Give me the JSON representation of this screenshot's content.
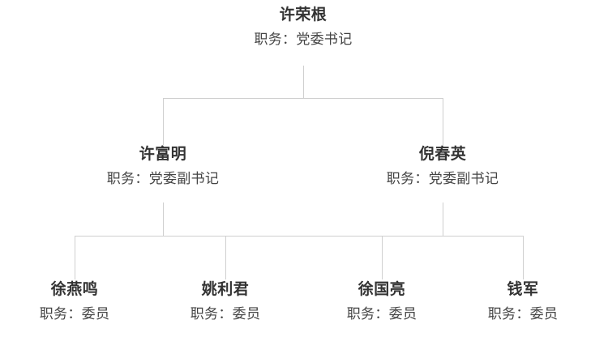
{
  "chart": {
    "type": "org-chart",
    "title_prefix": "职务：",
    "line_color": "#cfcfcf",
    "name_color": "#333333",
    "title_color": "#444444",
    "background": "#ffffff",
    "levels": 3,
    "nodes": {
      "root": {
        "name": "许荣根",
        "title": "职务：党委书记"
      },
      "middle": [
        {
          "name": "许富明",
          "title": "职务：党委副书记"
        },
        {
          "name": "倪春英",
          "title": "职务：党委副书记"
        }
      ],
      "leaves": [
        {
          "name": "徐燕鸣",
          "title": "职务：委员"
        },
        {
          "name": "姚利君",
          "title": "职务：委员"
        },
        {
          "name": "徐国亮",
          "title": "职务：委员"
        },
        {
          "name": "钱军",
          "title": "职务：委员"
        }
      ]
    }
  }
}
